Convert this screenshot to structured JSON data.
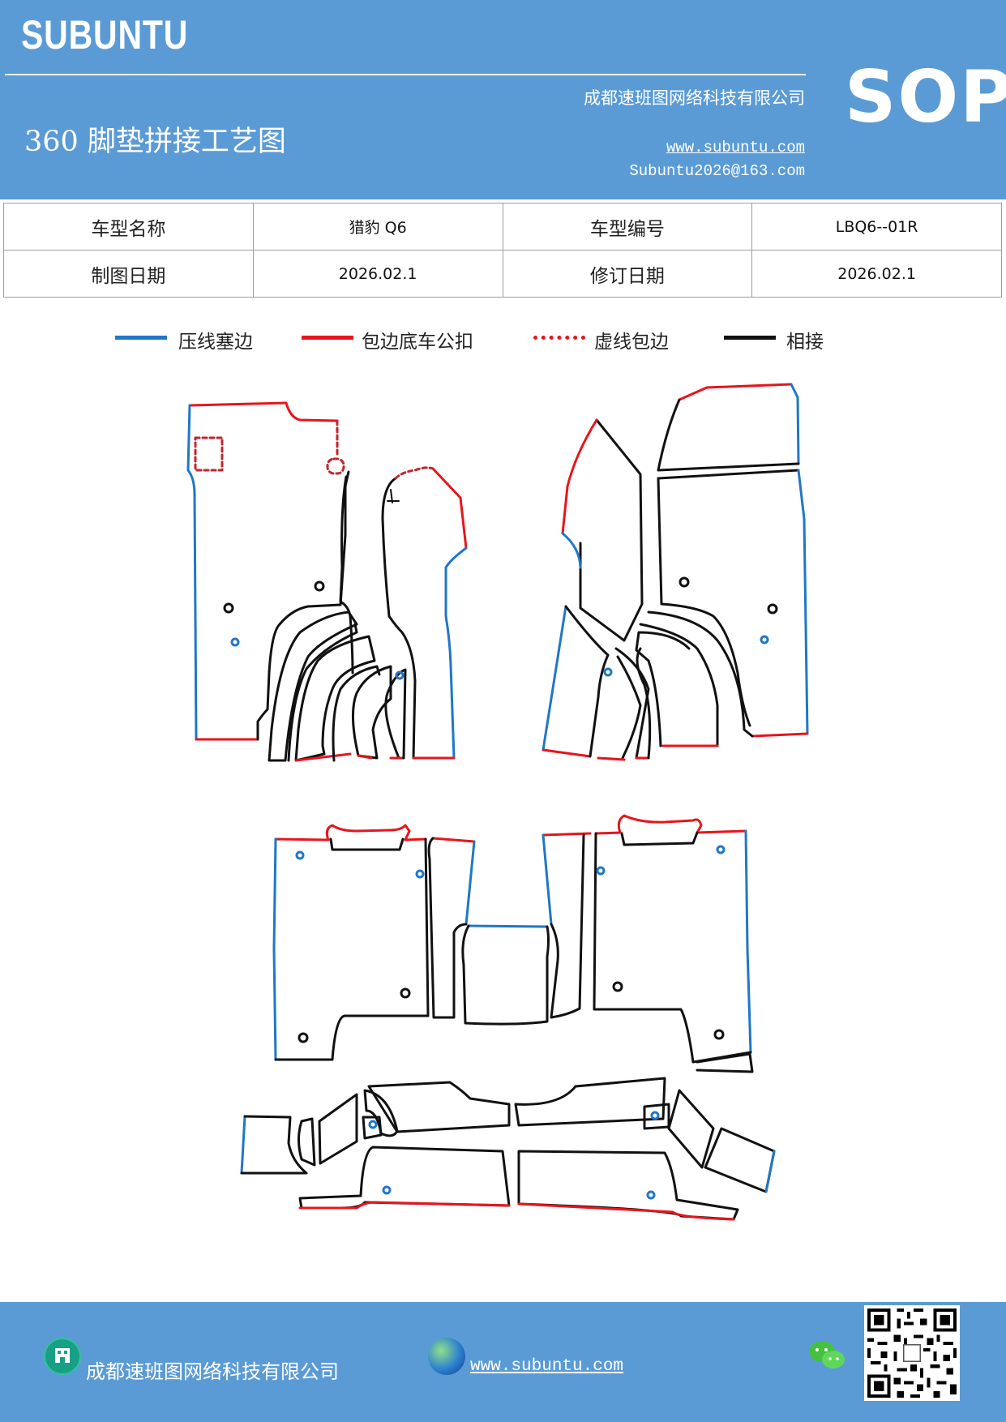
{
  "header": {
    "brand": "SUBUNTU",
    "title": "360 脚垫拼接工艺图",
    "company": "成都速班图网络科技有限公司",
    "website": "www.subuntu.com",
    "email": "Subuntu2026@163.com",
    "badge": "SOP"
  },
  "info_table": {
    "model_name_label": "车型名称",
    "model_name_value": "猎豹 Q6",
    "model_code_label": "车型编号",
    "model_code_value": "LBQ6--01R",
    "draw_date_label": "制图日期",
    "draw_date_value": "2026.02.1",
    "revise_date_label": "修订日期",
    "revise_date_value": "2026.02.1"
  },
  "legend": [
    {
      "label": "压线塞边",
      "color": "#1f77c8",
      "style": "solid"
    },
    {
      "label": "包边底车公扣",
      "color": "#e8141c",
      "style": "solid"
    },
    {
      "label": "虚线包边",
      "color": "#e8141c",
      "style": "dotted"
    },
    {
      "label": "相接",
      "color": "#000000",
      "style": "solid"
    }
  ],
  "colors": {
    "header_bg": "#5b9bd5",
    "press_line": "#1f77c8",
    "binding": "#e8141c",
    "joint": "#111111"
  },
  "footer": {
    "company": "成都速班图网络科技有限公司",
    "website": "www.subuntu.com",
    "icons": [
      "building-icon",
      "globe-icon",
      "wechat-icon",
      "qr-code"
    ]
  }
}
